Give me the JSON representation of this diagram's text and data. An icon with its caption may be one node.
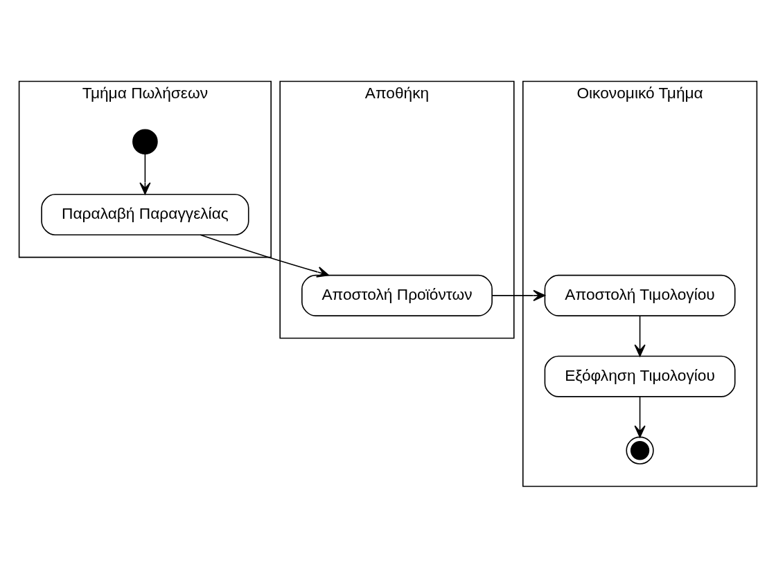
{
  "diagram": {
    "nodes": [
      {
        "text": [
          "Τμήμα Πωλήσεων"
        ]
      },
      {
        "text": [
          "Αποθήκη"
        ]
      },
      {
        "text": [
          "Οικονομικό Τμήμα"
        ]
      },
      {
        "text": [],
        "shape": "circle",
        "in": 0
      },
      {
        "text": [
          "Παραλαβή Παραγγελίας"
        ],
        "in": 0
      },
      {
        "text": [
          "Αποστολή Προϊόντων"
        ],
        "in": 1
      },
      {
        "text": [
          "Αποστολή Τιμολογίου"
        ],
        "in": 2
      },
      {
        "text": [
          "Εξόφληση Τιμολογίου"
        ],
        "in": 2
      },
      {
        "text": [],
        "shape": "circle",
        "in": 2
      }
    ],
    "edges": [
      {
        "from": 3,
        "to": 4,
        "arrow": "to"
      },
      {
        "from": 4,
        "to": 5,
        "arrow": "to"
      },
      {
        "from": 5,
        "to": 6,
        "arrow": "to"
      },
      {
        "from": 6,
        "to": 7,
        "arrow": "to"
      },
      {
        "from": 7,
        "to": 8,
        "arrow": "to"
      }
    ]
  }
}
